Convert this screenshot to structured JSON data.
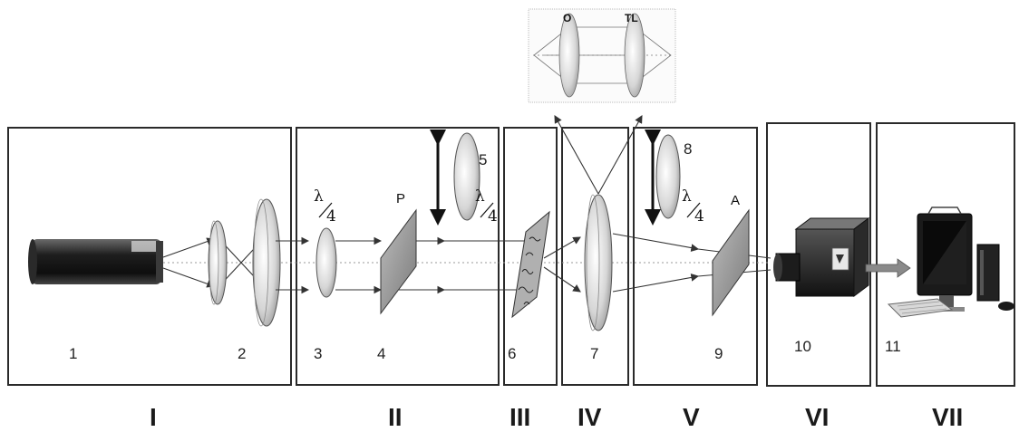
{
  "component_numbers": {
    "n1": "1",
    "n2": "2",
    "n3": "3",
    "n4": "4",
    "n5": "5",
    "n6": "6",
    "n7": "7",
    "n8": "8",
    "n9": "9",
    "n10": "10",
    "n11": "11"
  },
  "section_labels": {
    "s1": "I",
    "s2": "II",
    "s3": "III",
    "s4": "IV",
    "s5": "V",
    "s6": "VI",
    "s7": "VII"
  },
  "element_labels": {
    "polarizer": "P",
    "analyzer": "A",
    "lambda": "λ",
    "quarter": "4"
  },
  "inset": {
    "objective": "O",
    "tube_lens": "TL"
  }
}
